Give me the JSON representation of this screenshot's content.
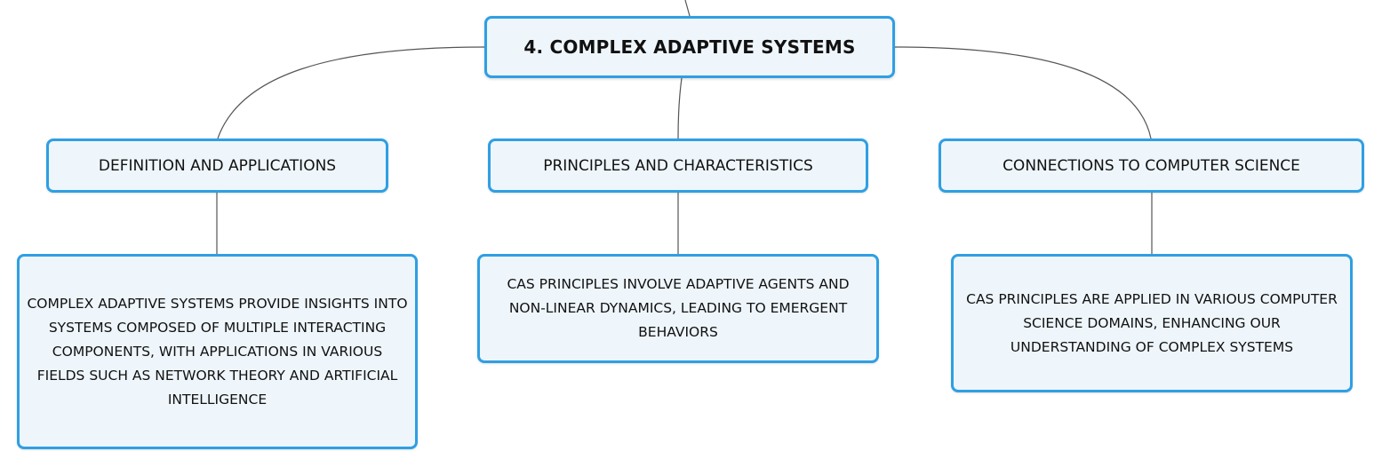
{
  "diagram": {
    "root": {
      "label": "4. COMPLEX ADAPTIVE SYSTEMS"
    },
    "branches": [
      {
        "label": "DEFINITION AND APPLICATIONS"
      },
      {
        "label": "PRINCIPLES AND CHARACTERISTICS"
      },
      {
        "label": "CONNECTIONS TO COMPUTER SCIENCE"
      }
    ],
    "details": [
      {
        "text": "COMPLEX ADAPTIVE SYSTEMS PROVIDE INSIGHTS INTO SYSTEMS COMPOSED OF MULTIPLE INTERACTING COMPONENTS, WITH APPLICATIONS IN VARIOUS FIELDS SUCH AS NETWORK THEORY AND ARTIFICIAL INTELLIGENCE"
      },
      {
        "text": "CAS PRINCIPLES INVOLVE ADAPTIVE AGENTS AND NON-LINEAR DYNAMICS, LEADING TO EMERGENT BEHAVIORS"
      },
      {
        "text": "CAS PRINCIPLES ARE APPLIED IN VARIOUS COMPUTER SCIENCE DOMAINS, ENHANCING OUR UNDERSTANDING OF COMPLEX SYSTEMS"
      }
    ],
    "colors": {
      "node_border": "#2f9fe3",
      "node_fill": "#eef6fc",
      "link": "#555555"
    }
  }
}
